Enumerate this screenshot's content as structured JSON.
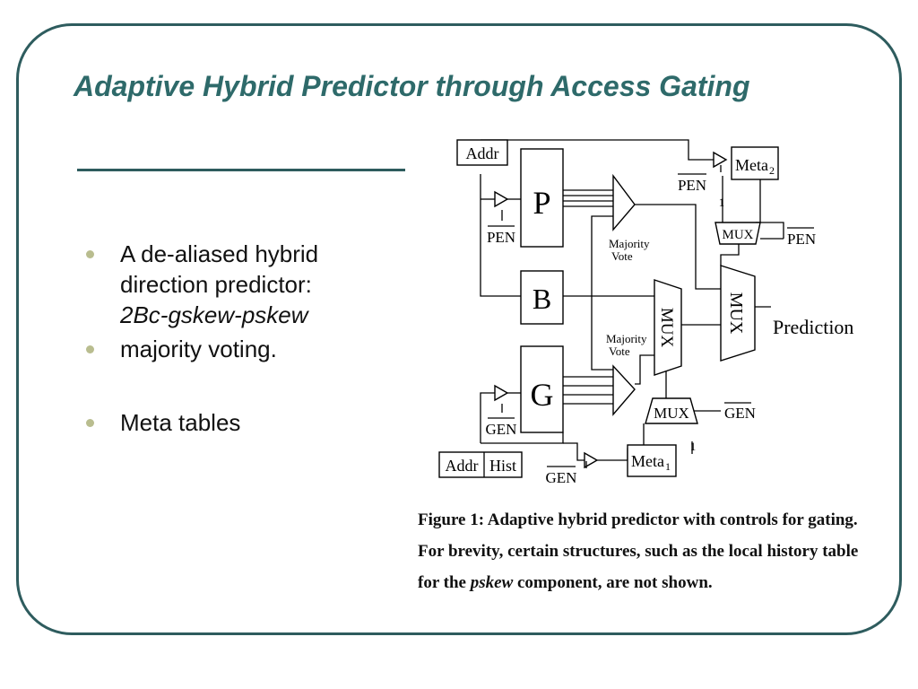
{
  "slide": {
    "title": "Adaptive Hybrid Predictor through Access Gating",
    "bullets": [
      {
        "text": "A de-aliased hybrid direction predictor: ",
        "emphasis": "2Bc-gskew-pskew"
      },
      {
        "text": "majority voting."
      },
      {
        "text": "Meta tables"
      }
    ]
  },
  "diagram": {
    "labels": {
      "addr_top": "Addr",
      "p": "P",
      "b": "B",
      "g": "G",
      "pen": "PEN",
      "gen": "GEN",
      "meta2": "Meta",
      "meta2_sub": "2",
      "meta1": "Meta",
      "meta1_sub": "1",
      "one": "1",
      "mux": "MUX",
      "majority": "Majority",
      "vote": "Vote",
      "prediction": "Prediction",
      "addr_bottom": "Addr",
      "hist": "Hist"
    },
    "caption": {
      "line1": "Figure 1:  Adaptive hybrid predictor with controls for gating.",
      "line2": "For brevity, certain structures, such as the local history table",
      "line3_pre": "for the ",
      "line3_em": "pskew",
      "line3_post": " component, are not shown."
    }
  },
  "colors": {
    "frame": "#2e5c5e",
    "title": "#2e6a6a",
    "bullet_dot": "#b9bd8f",
    "text": "#111111"
  }
}
